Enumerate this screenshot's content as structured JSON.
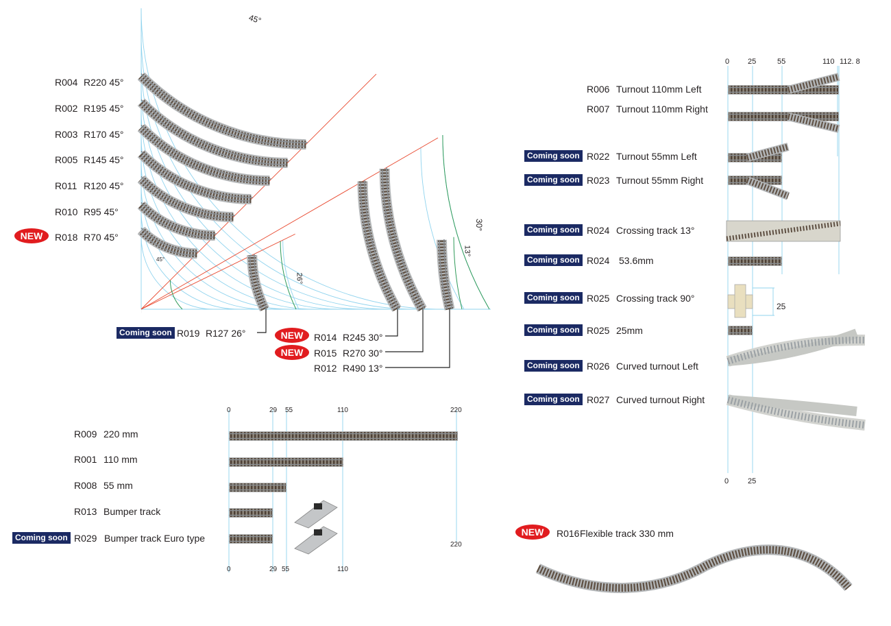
{
  "badges": {
    "new": "NEW",
    "coming_soon": "Coming soon"
  },
  "curve_section": {
    "arc_angle_top": "45°",
    "arc_angle_inner": "45°",
    "angle_26": "26°",
    "angle_30": "30°",
    "angle_13": "13°",
    "tracks": [
      {
        "code": "R004",
        "spec": "R220 45°"
      },
      {
        "code": "R002",
        "spec": "R195 45°"
      },
      {
        "code": "R003",
        "spec": "R170 45°"
      },
      {
        "code": "R005",
        "spec": "R145 45°"
      },
      {
        "code": "R011",
        "spec": "R120 45°"
      },
      {
        "code": "R010",
        "spec": "R95 45°"
      },
      {
        "code": "R018",
        "spec": "R70 45°"
      }
    ],
    "bottom_tracks": [
      {
        "code": "R019",
        "spec": "R127 26°"
      },
      {
        "code": "R014",
        "spec": "R245 30°"
      },
      {
        "code": "R015",
        "spec": "R270 30°"
      },
      {
        "code": "R012",
        "spec": "R490 13°"
      }
    ]
  },
  "straight_section": {
    "scale_top": [
      "0",
      "29",
      "55",
      "110",
      "220"
    ],
    "scale_bottom": [
      "0",
      "29",
      "55",
      "110"
    ],
    "scale_220_low": "220",
    "tracks": [
      {
        "code": "R009",
        "spec": "220 mm"
      },
      {
        "code": "R001",
        "spec": "110 mm"
      },
      {
        "code": "R008",
        "spec": "55 mm"
      },
      {
        "code": "R013",
        "spec": "Bumper track"
      },
      {
        "code": "R029",
        "spec": "Bumper track Euro type"
      }
    ]
  },
  "turnout_section": {
    "scale_top": [
      "0",
      "25",
      "55",
      "110",
      "112. 8"
    ],
    "scale_bottom": [
      "0",
      "25"
    ],
    "dim_25": "25",
    "tracks": [
      {
        "code": "R006",
        "spec": "Turnout 110mm Left"
      },
      {
        "code": "R007",
        "spec": "Turnout 110mm Right"
      },
      {
        "code": "R022",
        "spec": "Turnout 55mm Left"
      },
      {
        "code": "R023",
        "spec": "Turnout 55mm Right"
      },
      {
        "code": "R024",
        "spec": "Crossing track 13°"
      },
      {
        "code": "R024",
        "spec": "53.6mm"
      },
      {
        "code": "R025",
        "spec": "Crossing track 90°"
      },
      {
        "code": "R025",
        "spec": "25mm"
      },
      {
        "code": "R026",
        "spec": "Curved turnout Left"
      },
      {
        "code": "R027",
        "spec": "Curved turnout Right"
      }
    ]
  },
  "flex_section": {
    "code": "R016",
    "spec": "Flexible track  330 mm"
  },
  "colors": {
    "guide": "#8fd3ee",
    "red_ray": "#e8462c",
    "green_dim": "#2e9a58",
    "track_rail": "#8a8f94",
    "track_tie": "#5e4f42",
    "new_badge": "#e11c1f",
    "coming_soon_badge": "#1b2a63"
  }
}
